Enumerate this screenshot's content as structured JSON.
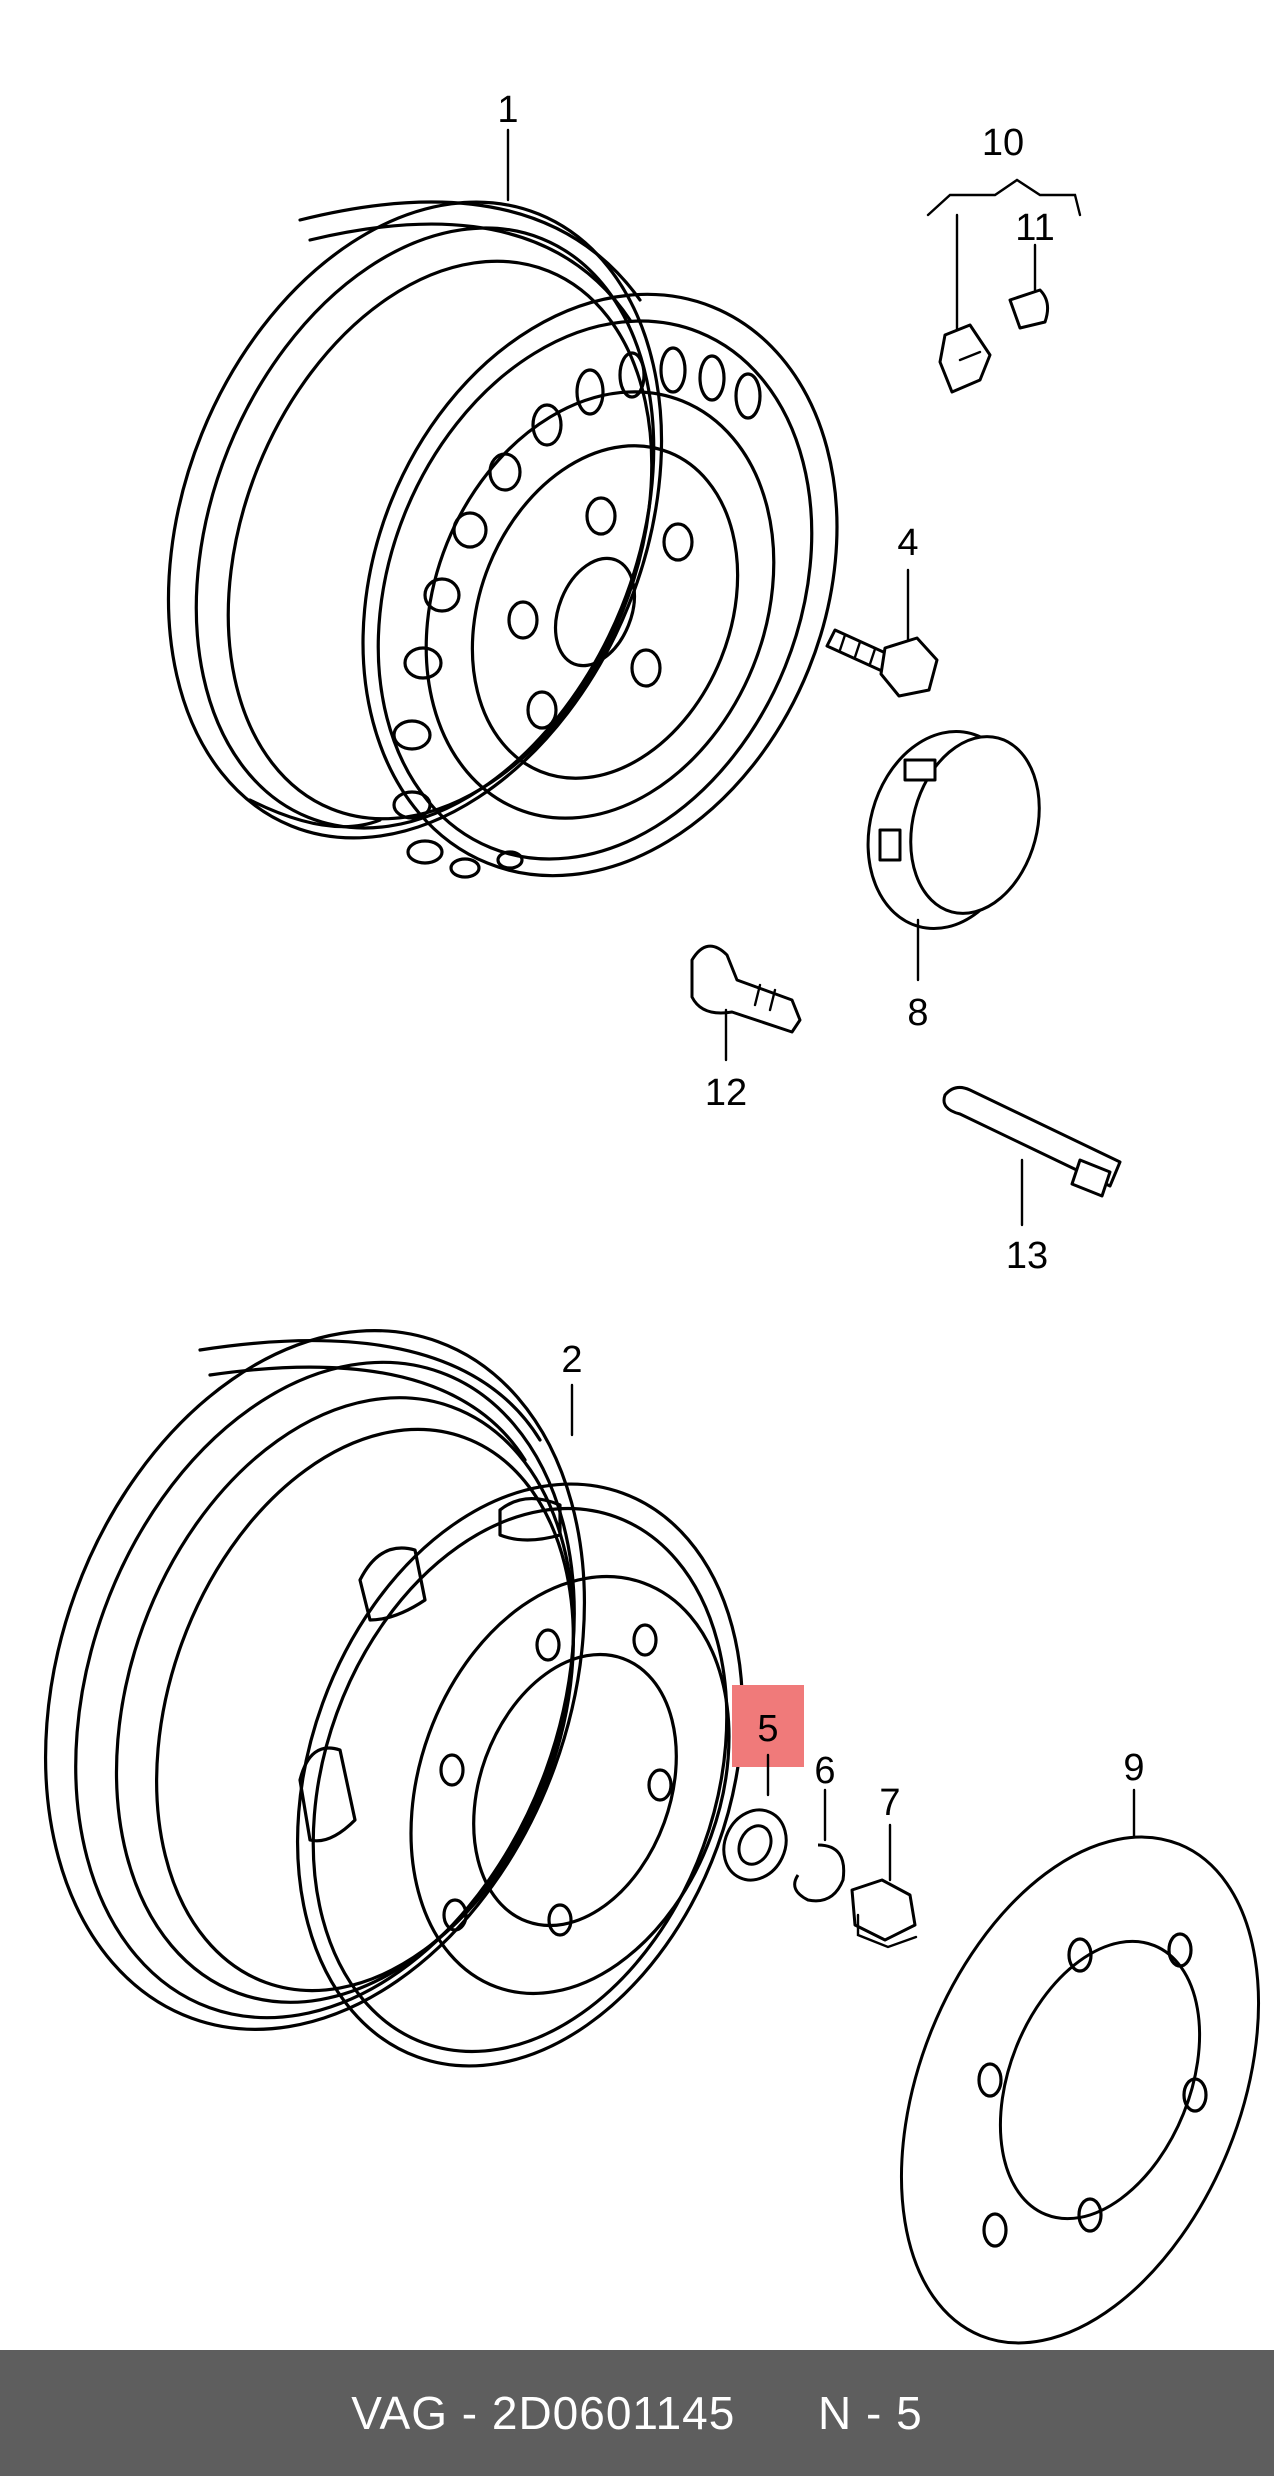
{
  "callouts": {
    "c1": "1",
    "c2": "2",
    "c4": "4",
    "c5": "5",
    "c6": "6",
    "c7": "7",
    "c8": "8",
    "c9": "9",
    "c10": "10",
    "c11": "11",
    "c12": "12",
    "c13": "13"
  },
  "highlight": {
    "part": "5",
    "color": "#f07a7a"
  },
  "footer": {
    "brand_part": "VAG - 2D0601145",
    "position": "N - 5"
  }
}
